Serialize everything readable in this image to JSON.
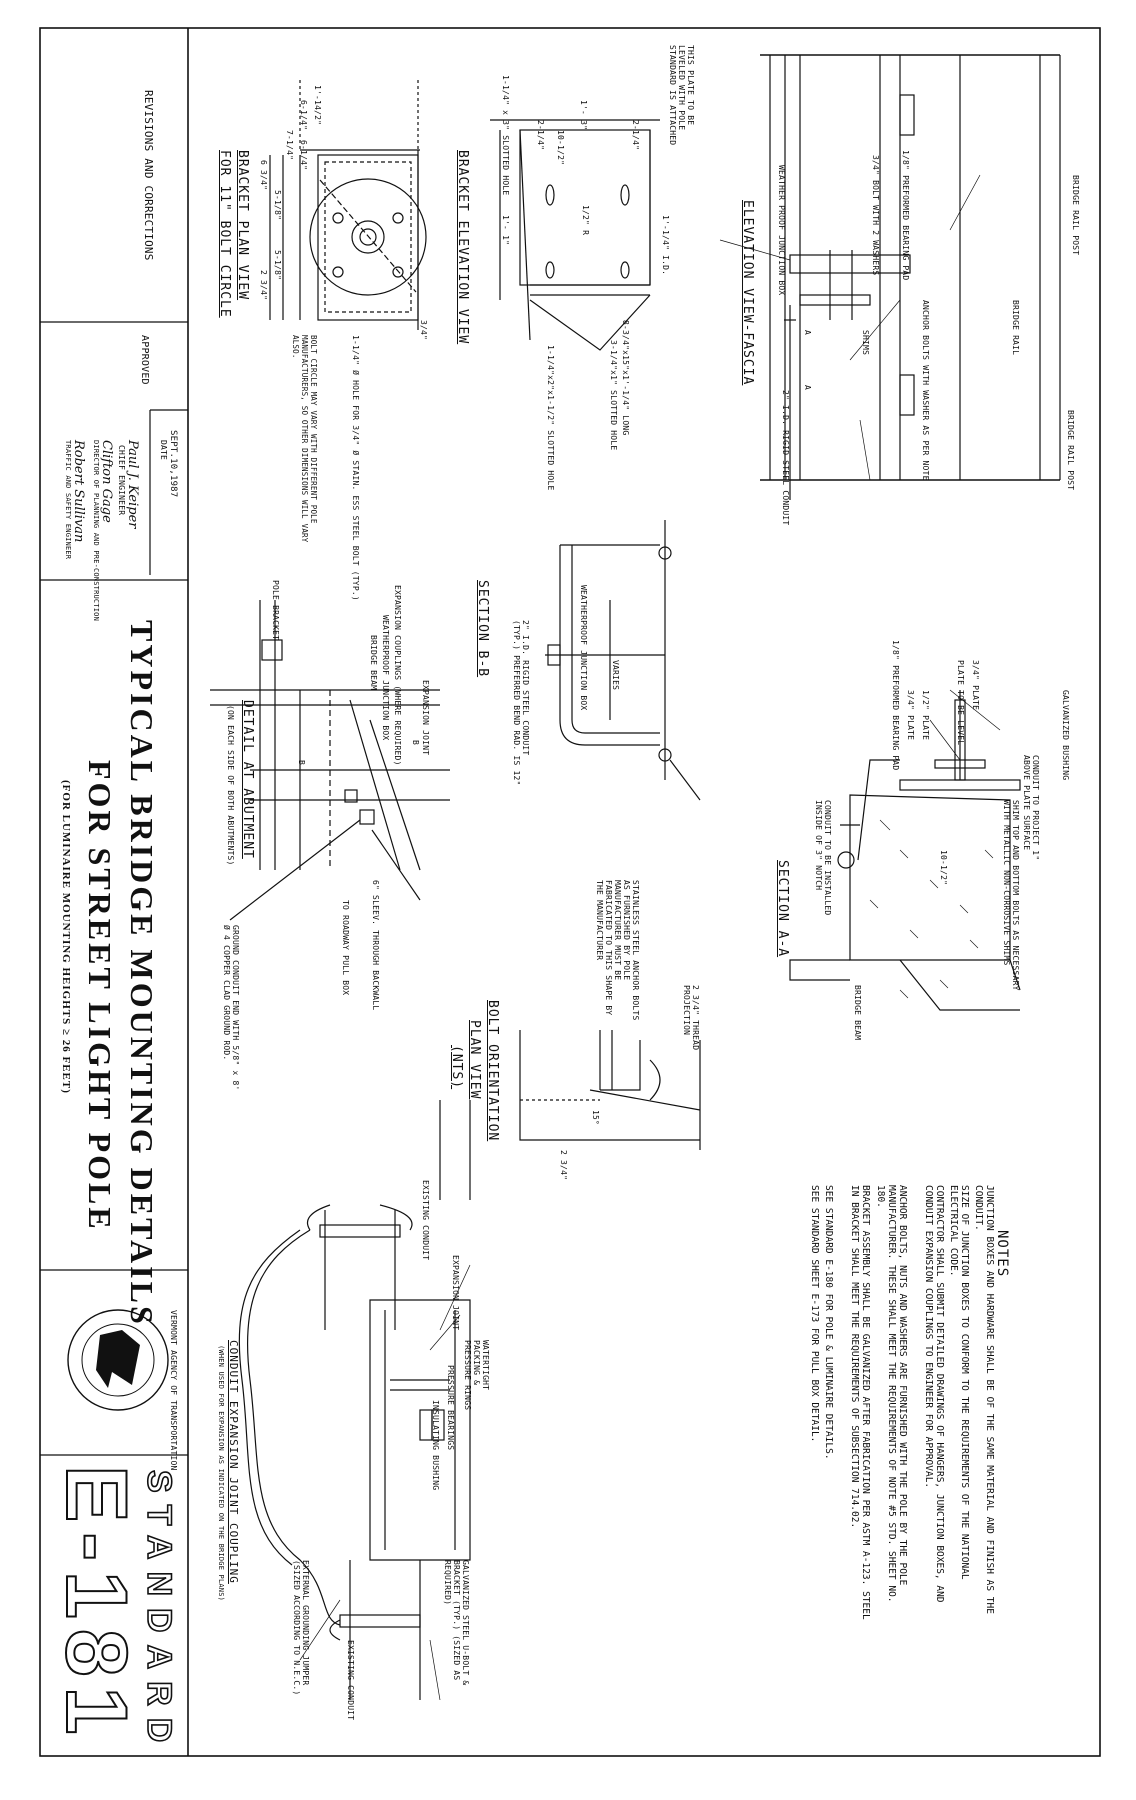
{
  "title_block": {
    "revisions_label": "REVISIONS AND CORRECTIONS",
    "approved_label": "APPROVED",
    "approval_date": "SEPT.10,1987",
    "date_label": "DATE",
    "signatures": [
      {
        "name": "Paul J. Keiper",
        "role": "CHIEF ENGINEER"
      },
      {
        "name": "Clifton Gage",
        "role": "DIRECTOR OF PLANNING AND PRE-CONSTRUCTION"
      },
      {
        "name": "Robert Sullivan",
        "role": "TRAFFIC AND SAFETY ENGINEER"
      }
    ],
    "title_line1": "TYPICAL BRIDGE MOUNTING DETAILS",
    "title_line2": "FOR STREET LIGHT POLE",
    "title_note": "(FOR LUMINAIRE MOUNTING HEIGHTS ≥ 26 FEET)",
    "seal_text": "VERMONT AGENCY OF TRANSPORTATION",
    "standard_label": "STANDARD",
    "standard_number": "E-181"
  },
  "views": {
    "bracket_plan": {
      "title": "BRACKET PLAN VIEW",
      "subtitle": "FOR 11\" BOLT CIRCLE",
      "dims": [
        "1'-14/2\"",
        "6-1/4\"",
        "6-1/4\"",
        "7-1/4\"",
        "5-1/8\"",
        "5-1/8\"",
        "6 3/4\"",
        "2 3/4\"",
        "3/4\""
      ],
      "callouts": [
        "1-1/4\" Ø HOLE FOR 3/4\" Ø STAIN. ESS STEEL BOLT (TYP.)",
        "BOLT CIRCLE MAY VARY WITH DIFFERENT POLE MANUFACTURERS, SO OTHER DIMENSIONS WILL VARY ALSO."
      ]
    },
    "bracket_elevation": {
      "title": "BRACKET ELEVATION VIEW",
      "dims": [
        "1'- 3\"",
        "10-1/2\"",
        "2-1/4\"",
        "2-1/4\"",
        "1'- 1\"",
        "1'-1/4\" I.D.",
        "1/2\" R"
      ],
      "callouts": [
        "THIS PLATE TO BE LEVELED WITH POLE STANDARD IS ATTACHED",
        "1-1/4\" x 3\" SLOTTED HOLE",
        "8-3/4\"x15\"x1'-1/4\" LONG",
        "3-1/4\"x1\" SLOTTED HOLE",
        "1-1/4\"x2\"x1-1/2\" SLOTTED HOLE"
      ]
    },
    "elevation_fascia": {
      "title": "ELEVATION VIEW-FASCIA",
      "callouts": [
        "BRIDGE RAIL POST",
        "1/8\" PREFORMED BEARING PAD",
        "3/4\" BOLT WITH 2 WASHERS",
        "WEATHER PROOF JUNCTION BOX",
        "BRIDGE RAIL",
        "ANCHOR BOLTS WITH WASHER AS PER NOTE",
        "SHIMS",
        "2\" I.D. RIGID STEEL CONDUIT",
        "BRIDGE RAIL POST",
        "A",
        "A"
      ]
    },
    "section_bb": {
      "title": "SECTION B-B",
      "callouts": [
        "WEATHERPROOF JUNCTION BOX",
        "VARIES",
        "2\" I.D. RIGID STEEL CONDUIT (TYP.) PREFERRED BEND RAD. IS 12\""
      ]
    },
    "section_aa": {
      "title": "SECTION A-A",
      "callouts": [
        "GALVANIZED BUSHING",
        "CONDUIT TO PROJECT 1\" ABOVE PLATE SURFACE",
        "SHIM TOP AND BOTTOM BOLTS AS NECESSARY WITH METALLIC NON-CORROSIVE SHIMS",
        "3/4\" PLATE",
        "PLATE TO BE LEVEL",
        "1/2\" PLATE",
        "3/4\" PLATE",
        "1/8\" PREFORMED BEARING PAD",
        "CONDUIT TO BE INSTALLED INSIDE OF 3\" NOTCH",
        "BRIDGE BEAM",
        "10-1/2\""
      ]
    },
    "detail_abutment": {
      "title": "DETAIL AT ABUTMENT",
      "subtitle": "(ON EACH SIDE OF BOTH ABUTMENTS)",
      "callouts": [
        "POLE BRACKET",
        "EXPANSION COUPLINGS (WHERE REQUIRED)",
        "WEATHERPROOF JUNCTION BOX",
        "BRIDGE BEAM",
        "EXPANSION JOINT",
        "B",
        "B",
        "6\" SLEEV. THROUGH BACKWALL",
        "TO ROADWAY PULL BOX",
        "GROUND CONDUIT END WITH 5/8\" x 8' Ø 4 COPPER CLAD GROUND ROD."
      ]
    },
    "bolt_orientation": {
      "title": "BOLT ORIENTATION",
      "subtitle": "PLAN VIEW",
      "note": "(NTS)",
      "callouts": [
        "2 3/4\" THREAD PROJECTION",
        "STAINLESS STEEL ANCHOR BOLTS AS FURNISHED BY POLE MANUFACTURER MUST BE FABRICATED TO THIS SHAPE BY THE MANUFACTURER",
        "15°",
        "2 3/4\""
      ]
    },
    "conduit_expansion": {
      "title": "CONDUIT EXPANSION JOINT COUPLING",
      "subtitle": "(WHEN USED FOR EXPANSION AS INDICATED ON THE BRIDGE PLANS)",
      "callouts": [
        "EXISTING CONDUIT",
        "EXPANSION JOINT",
        "WATERTIGHT PACKING & PRESSURE RINGS",
        "PRESSURE BEARINGS",
        "INSULATING BUSHING",
        "GALVANIZED STEEL U-BOLT & BRACKET (TYP.) (SIZED AS REQUIRED)",
        "EXISTING CONDUIT",
        "EXTERNAL GROUNDING JUMPER (SIZED ACCORDING TO N.E.C.)"
      ]
    }
  },
  "notes": {
    "title": "NOTES",
    "items": [
      "JUNCTION BOXES AND HARDWARE SHALL BE OF THE SAME MATERIAL AND FINISH AS THE CONDUIT.",
      "SIZE OF JUNCTION BOXES TO CONFORM TO THE REQUIREMENTS OF THE NATIONAL ELECTRICAL CODE.",
      "CONTRACTOR SHALL SUBMIT DETAILED DRAWINGS OF HANGERS, JUNCTION BOXES, AND CONDUIT EXPANSION COUPLINGS TO ENGINEER FOR APPROVAL.",
      "ANCHOR BOLTS, NUTS AND WASHERS ARE FURNISHED WITH THE POLE BY THE POLE MANUFACTURER. THESE SHALL MEET THE REQUIREMENTS OF NOTE #5 STD. SHEET NO. 180.",
      "BRACKET ASSEMBLY SHALL BE GALVANIZED AFTER FABRICATION PER ASTM A-123. STEEL IN BRACKET SHALL MEET THE REQUIREMENTS OF SUBSECTION 714.02.",
      "SEE STANDARD E-180 FOR POLE & LUMINAIRE DETAILS.",
      "SEE STANDARD SHEET E-173 FOR PULL BOX DETAIL."
    ]
  }
}
